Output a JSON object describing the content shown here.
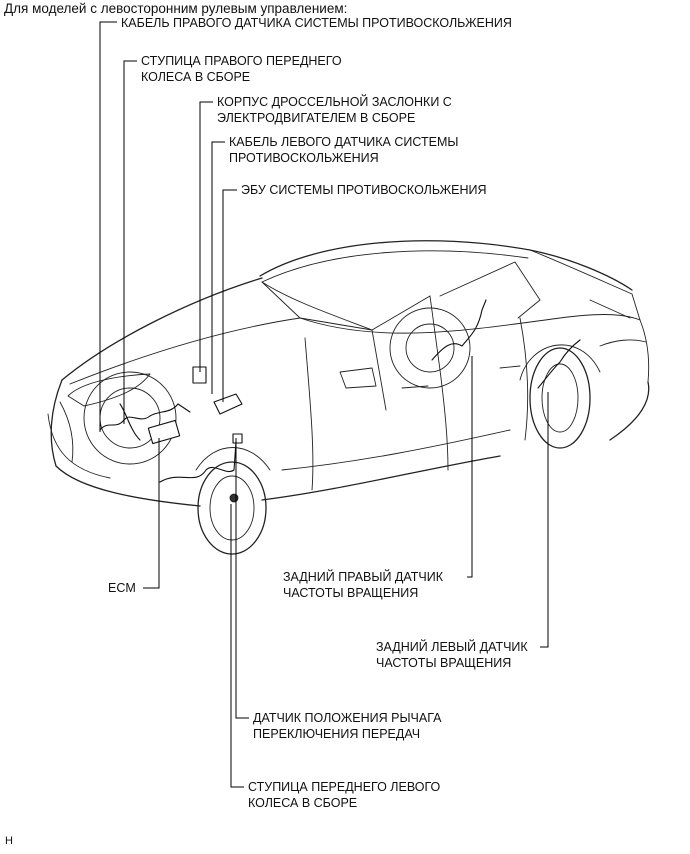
{
  "heading": "Для моделей с левосторонним рулевым управлением:",
  "labels": {
    "right_sensor_cable": "КАБЕЛЬ ПРАВОГО ДАТЧИКА СИСТЕМЫ ПРОТИВОСКОЛЬЖЕНИЯ",
    "right_hub": [
      "СТУПИЦА ПРАВОГО ПЕРЕДНЕГО",
      "КОЛЕСА В СБОРЕ"
    ],
    "throttle_body": [
      "КОРПУС ДРОССЕЛЬНОЙ ЗАСЛОНКИ С",
      "ЭЛЕКТРОДВИГАТЕЛЕМ В СБОРЕ"
    ],
    "left_sensor_cable": [
      "КАБЕЛЬ ЛЕВОГО ДАТЧИКА СИСТЕМЫ",
      "ПРОТИВОСКОЛЬЖЕНИЯ"
    ],
    "skid_control_ecu": "ЭБУ СИСТЕМЫ ПРОТИВОСКОЛЬЖЕНИЯ",
    "ecm": "ECM",
    "rear_right_speed_sensor": [
      "ЗАДНИЙ ПРАВЫЙ ДАТЧИК",
      "ЧАСТОТЫ ВРАЩЕНИЯ"
    ],
    "rear_left_speed_sensor": [
      "ЗАДНИЙ ЛЕВЫЙ ДАТЧИК",
      "ЧАСТОТЫ ВРАЩЕНИЯ"
    ],
    "shift_lever_position_sensor": [
      "ДАТЧИК ПОЛОЖЕНИЯ РЫЧАГА",
      "ПЕРЕКЛЮЧЕНИЯ ПЕРЕДАЧ"
    ],
    "left_hub": [
      "СТУПИЦА ПЕРЕДНЕГО ЛЕВОГО",
      "КОЛЕСА В СБОРЕ"
    ]
  },
  "figure_code": "H"
}
